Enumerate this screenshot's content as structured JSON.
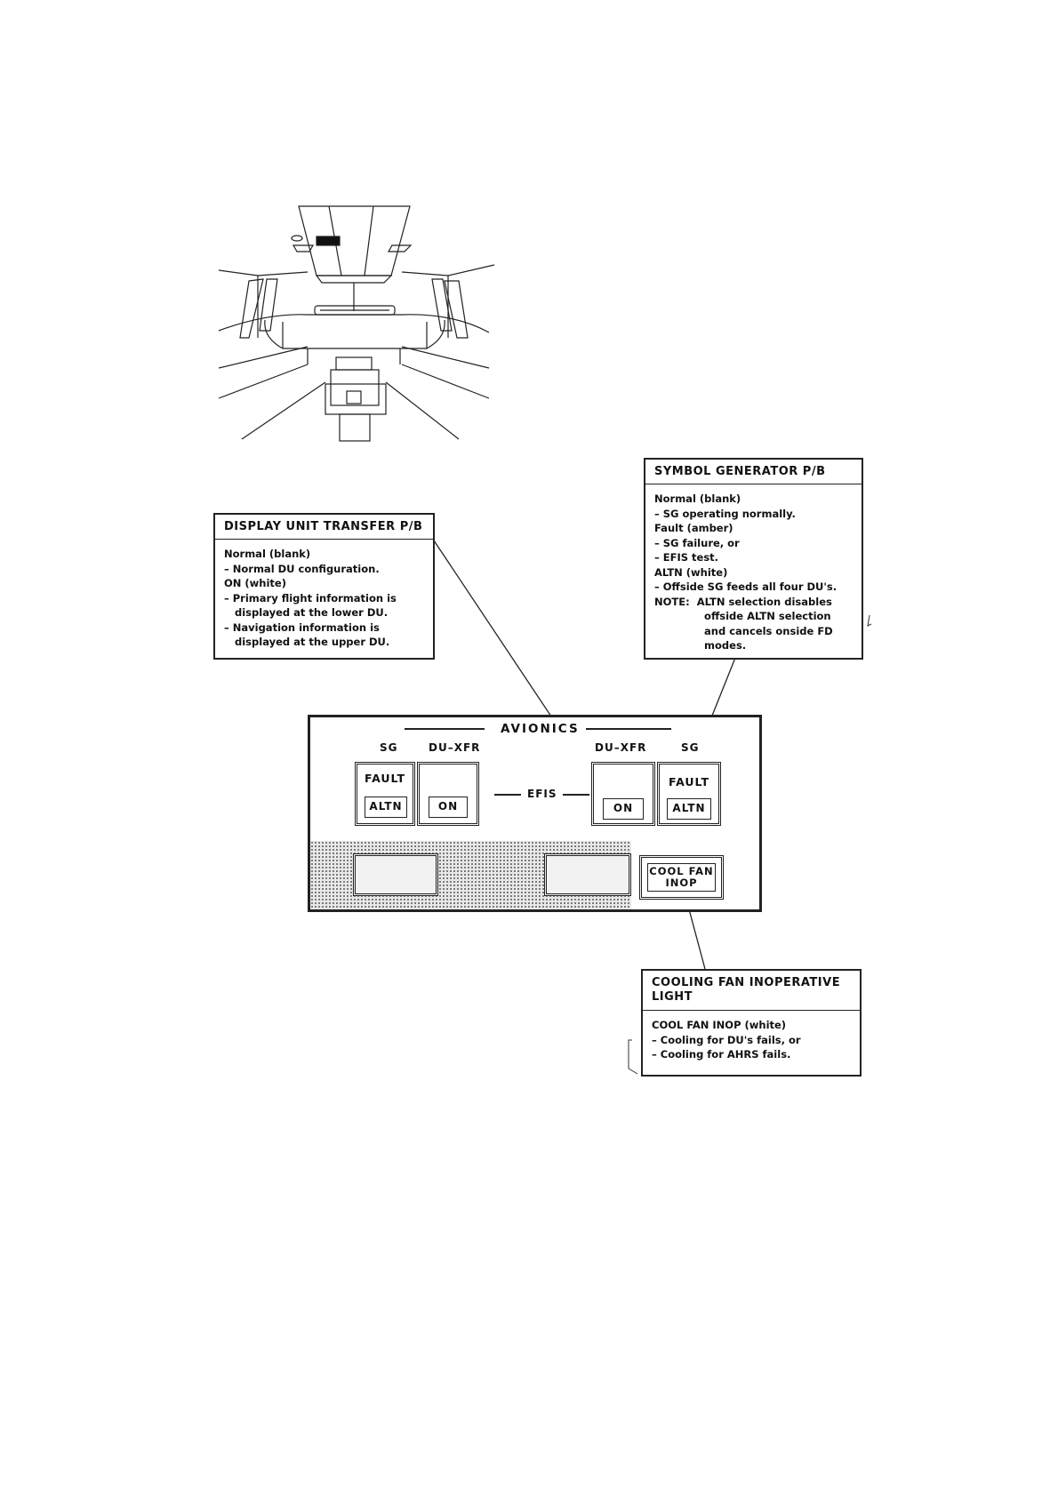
{
  "display_unit_transfer": {
    "title": "DISPLAY UNIT TRANSFER P/B",
    "lines": [
      "Normal (blank)",
      "– Normal DU configuration.",
      "ON (white)",
      "– Primary flight information is",
      "   displayed at the lower DU.",
      "– Navigation information is",
      "   displayed at the upper DU."
    ]
  },
  "symbol_generator": {
    "title": "SYMBOL GENERATOR P/B",
    "lines": [
      "Normal (blank)",
      "– SG operating normally.",
      "Fault (amber)",
      "– SG failure, or",
      "– EFIS test.",
      "ALTN (white)",
      "– Offside SG feeds all four DU's.",
      "NOTE:  ALTN selection disables",
      "              offside ALTN selection",
      "              and cancels onside FD",
      "              modes."
    ]
  },
  "cooling_fan": {
    "title_line1": "COOLING FAN INOPERATIVE",
    "title_line2": "LIGHT",
    "lines": [
      "COOL FAN INOP (white)",
      "– Cooling for DU's fails, or",
      "– Cooling for AHRS fails."
    ]
  },
  "panel": {
    "title": "AVIONICS",
    "efis_label": "EFIS",
    "left_sg_label": "SG",
    "left_duxfr_label": "DU–XFR",
    "right_duxfr_label": "DU–XFR",
    "right_sg_label": "SG",
    "fault_label": "FAULT",
    "altn_label": "ALTN",
    "on_label": "ON",
    "cool_fan_line1": "COOL FAN",
    "cool_fan_line2": "INOP"
  },
  "cockpit_illustration": {
    "icon": "cockpit-perspective-icon"
  }
}
